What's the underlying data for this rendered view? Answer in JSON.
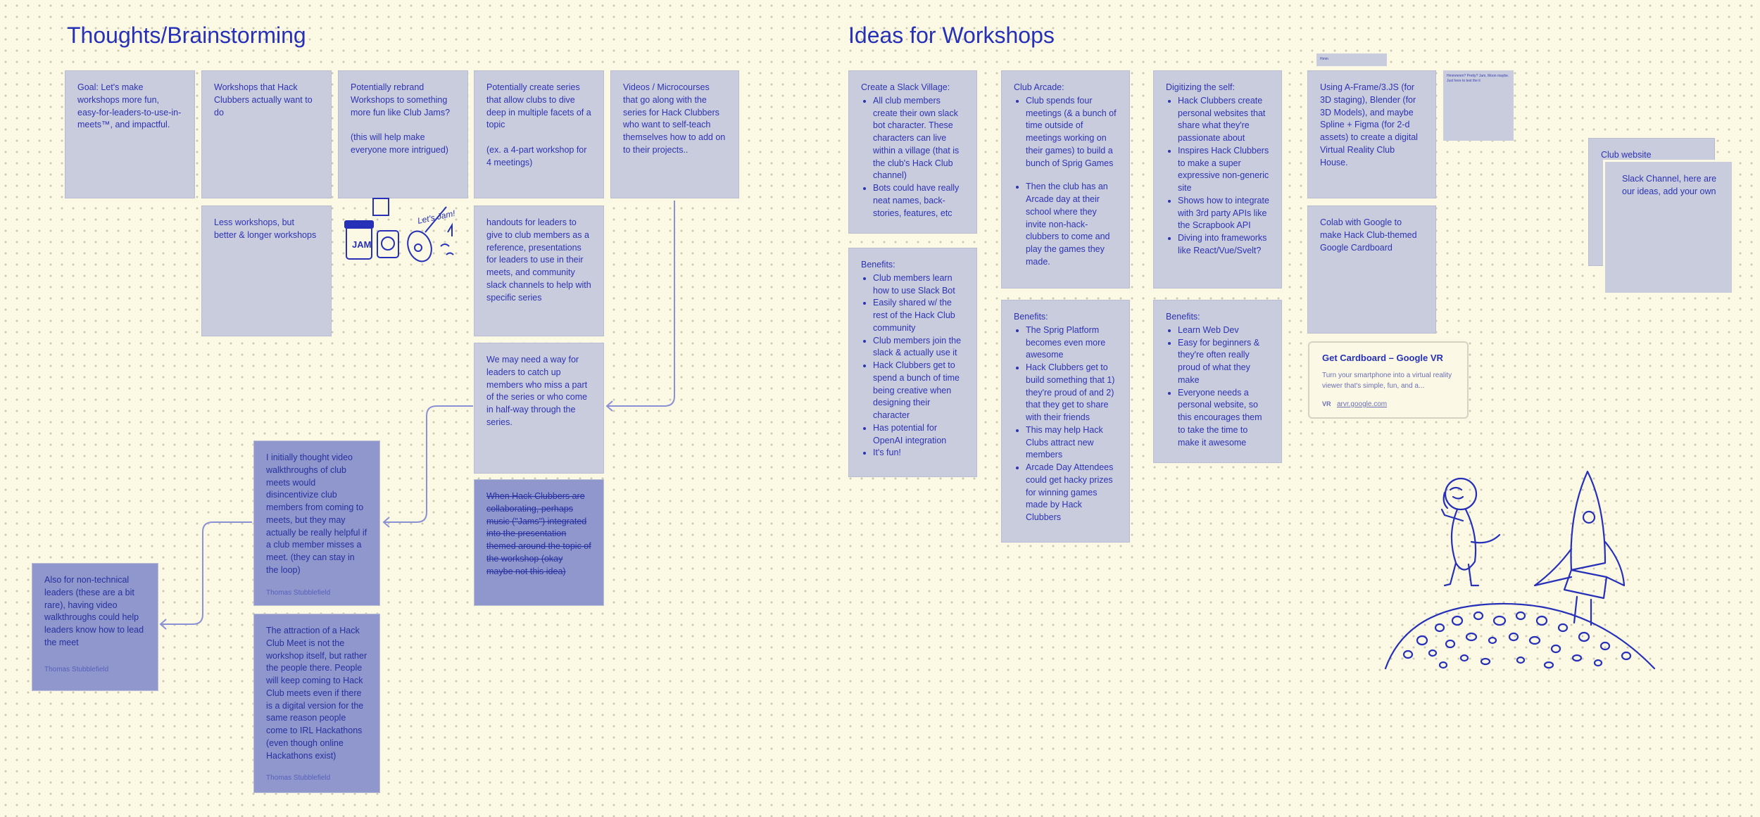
{
  "headings": {
    "thoughts": "Thoughts/Brainstorming",
    "ideas": "Ideas for Workshops"
  },
  "thoughts": {
    "goal": "Goal: Let's make workshops more fun, easy-for-leaders-to-use-in-meets™, and impactful.",
    "want": "Workshops that Hack Clubbers actually want to do",
    "rebrand": "Potentially rebrand Workshops to something more fun like Club Jams?\n\n(this will help make everyone more intrigued)",
    "series": "Potentially create series that allow clubs to dive deep in multiple facets of a topic\n\n(ex. a 4-part workshop for 4 meetings)",
    "videos": "Videos / Microcourses that go along with the series for Hack Clubbers who want to self-teach themselves how to add on to their projects..",
    "less": "Less workshops, but better & longer workshops",
    "handouts": "handouts for leaders to give to club members as a reference, presentations for leaders to use in their meets, and community slack channels to help with specific series",
    "catchup": "We may need a way for leaders to catch up members who miss a part of the series or who come in half-way through the series.",
    "struck": "When Hack Clubbers are collaborating, perhaps music (\"Jams\") integrated into the presentation themed around the topic of the workshop (okay maybe not this idea)",
    "video_walk": "I initially thought video walkthroughs of club meets would disincentivize club members from coming to meets, but they may actually be really helpful if a club member misses a meet. (they can stay in the loop)",
    "video_walk_author": "Thomas Stubblefield",
    "nontech": "Also for non-technical leaders (these are a bit rare), having video walkthroughs could help leaders know how to lead the meet",
    "nontech_author": "Thomas Stubblefield",
    "attraction": "The attraction of a Hack Club Meet is not the workshop itself, but rather the people there. People will keep coming to Hack Club meets even if there is a digital version for the same reason people come to IRL Hackathons (even though online Hackathons exist)",
    "attraction_author": "Thomas Stubblefield",
    "sticker_text": "Let's Jam!",
    "sticker_label": "JAM"
  },
  "ideas": {
    "slack_village": {
      "title": "Create a Slack Village:",
      "items": [
        "All club members create their own slack bot character. These characters can live within a village (that is the club's Hack Club channel)",
        "Bots could have really neat names, back-stories, features, etc"
      ]
    },
    "slack_benefits": {
      "title": "Benefits:",
      "items": [
        "Club members learn how to use Slack Bot",
        "Easily shared w/ the rest of the Hack Club community",
        "Club members join the slack & actually use it",
        "Hack Clubbers get to spend a bunch of time being creative when designing their character",
        "Has potential for OpenAI integration",
        "It's fun!"
      ]
    },
    "arcade": {
      "title": "Club Arcade:",
      "items": [
        "Club spends four meetings (& a bunch of time outside of meetings working on their games) to build a bunch of Sprig Games",
        "Then the club has an Arcade day at their school where they invite non-hack-clubbers to come and play the games they made."
      ]
    },
    "arcade_benefits": {
      "title": "Benefits:",
      "items": [
        "The Sprig Platform becomes even more awesome",
        "Hack Clubbers get to build something that 1) they're proud of and 2) that they get to share with their friends",
        "This may help Hack Clubs attract new members",
        "Arcade Day Attendees could get hacky prizes for winning games made by Hack Clubbers"
      ]
    },
    "digitizing": {
      "title": "Digitizing the self:",
      "items": [
        "Hack Clubbers create personal websites that share what they're passionate about",
        "Inspires Hack Clubbers to make a super expressive non-generic site",
        "Shows how to integrate with 3rd party APIs like the Scrapbook API",
        "Diving into frameworks like React/Vue/Svelt?"
      ]
    },
    "digitizing_benefits": {
      "title": "Benefits:",
      "items": [
        "Learn Web Dev",
        "Easy for beginners & they're often really proud of what they make",
        "Everyone needs a personal website, so this encourages them to take the time to make it awesome"
      ]
    },
    "vr": "Using A-Frame/3.JS (for 3D staging), Blender (for 3D Models), and maybe Spline + Figma (for 2-d assets) to create a digital Virtual Reality Club House.",
    "colab": "Colab with Google to make Hack Club-themed Google Cardboard",
    "tiny_note": "Hmmmmm? Pretty? Jam, Moon maybe. Just here to test the it",
    "tiny_tab": "Hmm",
    "link_card": {
      "title": "Get Cardboard – Google VR",
      "desc": "Turn your smartphone into a virtual reality viewer that's simple, fun, and a...",
      "url": "arvr.google.com",
      "favicon": "VR"
    },
    "club_website_back": "Club website",
    "club_website_front": "Slack Channel, here are our ideas, add your own"
  },
  "colors": {
    "background": "#fbf8e4",
    "note": "#c9ccdd",
    "note_dark": "#8f97cc",
    "ink": "#2631b8"
  }
}
